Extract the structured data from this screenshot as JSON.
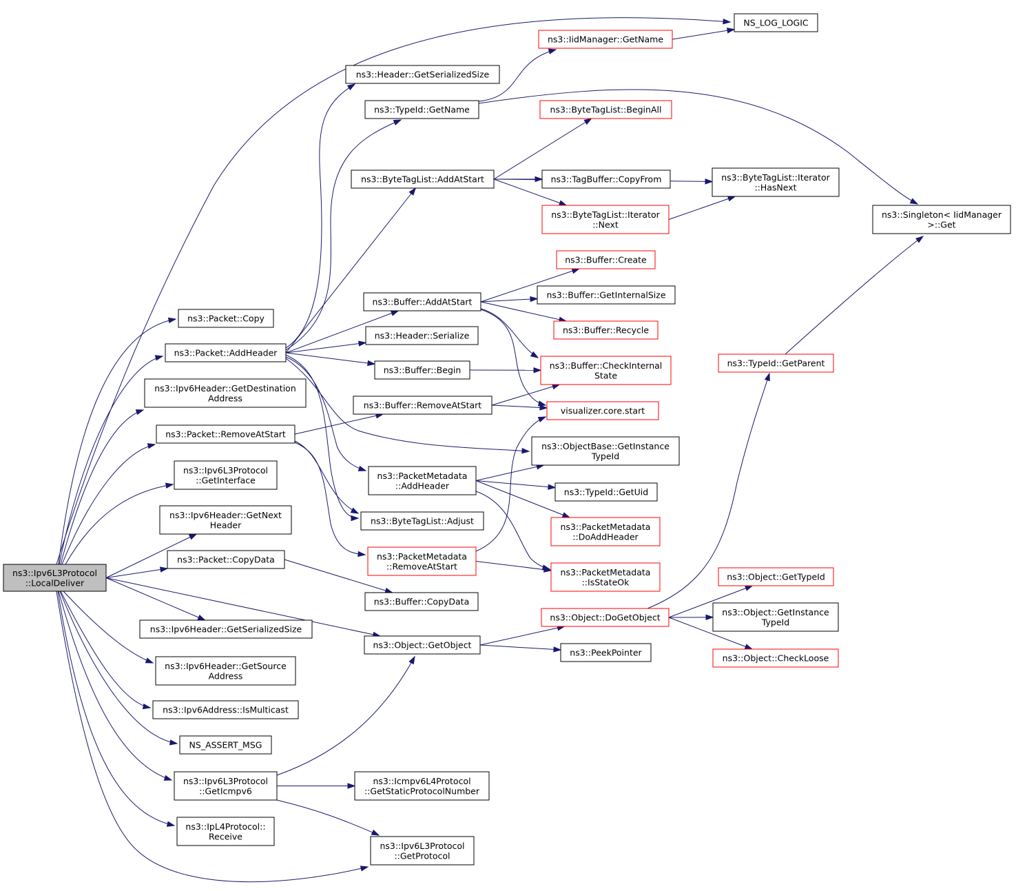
{
  "colors": {
    "edge": "#191970",
    "root_fill": "#bfbfbf",
    "node_border": "#000000",
    "undocumented_border": "#ff0000",
    "text": "#000000"
  },
  "nodes": [
    {
      "id": "root",
      "lines": [
        "ns3::Ipv6L3Protocol",
        "::LocalDeliver"
      ],
      "style": "root"
    },
    {
      "id": "ns_log_logic",
      "lines": [
        "NS_LOG_LOGIC"
      ],
      "style": "normal"
    },
    {
      "id": "iid_getname",
      "lines": [
        "ns3::IidManager::GetName"
      ],
      "style": "red"
    },
    {
      "id": "hdr_getsersize",
      "lines": [
        "ns3::Header::GetSerializedSize"
      ],
      "style": "normal"
    },
    {
      "id": "typeid_getname",
      "lines": [
        "ns3::TypeId::GetName"
      ],
      "style": "normal"
    },
    {
      "id": "btl_beginall",
      "lines": [
        "ns3::ByteTagList::BeginAll"
      ],
      "style": "red"
    },
    {
      "id": "btl_addatstart",
      "lines": [
        "ns3::ByteTagList::AddAtStart"
      ],
      "style": "normal"
    },
    {
      "id": "tagbuffer_copyfrom",
      "lines": [
        "ns3::TagBuffer::CopyFrom"
      ],
      "style": "normal"
    },
    {
      "id": "btl_iter_hasnext",
      "lines": [
        "ns3::ByteTagList::Iterator",
        "::HasNext"
      ],
      "style": "normal"
    },
    {
      "id": "btl_iter_next",
      "lines": [
        "ns3::ByteTagList::Iterator",
        "::Next"
      ],
      "style": "red"
    },
    {
      "id": "singleton_get",
      "lines": [
        "ns3::Singleton< IidManager",
        ">::Get"
      ],
      "style": "normal"
    },
    {
      "id": "buffer_create",
      "lines": [
        "ns3::Buffer::Create"
      ],
      "style": "red"
    },
    {
      "id": "buffer_addatstart",
      "lines": [
        "ns3::Buffer::AddAtStart"
      ],
      "style": "normal"
    },
    {
      "id": "buffer_getinternalsize",
      "lines": [
        "ns3::Buffer::GetInternalSize"
      ],
      "style": "normal"
    },
    {
      "id": "buffer_recycle",
      "lines": [
        "ns3::Buffer::Recycle"
      ],
      "style": "red"
    },
    {
      "id": "packet_copy",
      "lines": [
        "ns3::Packet::Copy"
      ],
      "style": "normal"
    },
    {
      "id": "header_serialize",
      "lines": [
        "ns3::Header::Serialize"
      ],
      "style": "normal"
    },
    {
      "id": "packet_addheader",
      "lines": [
        "ns3::Packet::AddHeader"
      ],
      "style": "normal"
    },
    {
      "id": "buffer_begin",
      "lines": [
        "ns3::Buffer::Begin"
      ],
      "style": "normal"
    },
    {
      "id": "buffer_checkinternalstate",
      "lines": [
        "ns3::Buffer::CheckInternal",
        "State"
      ],
      "style": "red"
    },
    {
      "id": "typeid_getparent",
      "lines": [
        "ns3::TypeId::GetParent"
      ],
      "style": "red"
    },
    {
      "id": "ipv6hdr_getdest",
      "lines": [
        "ns3::Ipv6Header::GetDestination",
        "Address"
      ],
      "style": "normal"
    },
    {
      "id": "buffer_removeatstart",
      "lines": [
        "ns3::Buffer::RemoveAtStart"
      ],
      "style": "normal"
    },
    {
      "id": "visualizer_start",
      "lines": [
        "visualizer.core.start"
      ],
      "style": "red"
    },
    {
      "id": "packet_removeatstart",
      "lines": [
        "ns3::Packet::RemoveAtStart"
      ],
      "style": "normal"
    },
    {
      "id": "objectbase_getinstancetypeid",
      "lines": [
        "ns3::ObjectBase::GetInstance",
        "TypeId"
      ],
      "style": "normal"
    },
    {
      "id": "ipv6l3_getinterface",
      "lines": [
        "ns3::Ipv6L3Protocol",
        "::GetInterface"
      ],
      "style": "normal"
    },
    {
      "id": "pm_addheader",
      "lines": [
        "ns3::PacketMetadata",
        "::AddHeader"
      ],
      "style": "normal"
    },
    {
      "id": "typeid_getuid",
      "lines": [
        "ns3::TypeId::GetUid"
      ],
      "style": "normal"
    },
    {
      "id": "ipv6hdr_getnext",
      "lines": [
        "ns3::Ipv6Header::GetNext",
        "Header"
      ],
      "style": "normal"
    },
    {
      "id": "btl_adjust",
      "lines": [
        "ns3::ByteTagList::Adjust"
      ],
      "style": "normal"
    },
    {
      "id": "pm_doaddheader",
      "lines": [
        "ns3::PacketMetadata",
        "::DoAddHeader"
      ],
      "style": "red"
    },
    {
      "id": "packet_copydata",
      "lines": [
        "ns3::Packet::CopyData"
      ],
      "style": "normal"
    },
    {
      "id": "pm_removeatstart",
      "lines": [
        "ns3::PacketMetadata",
        "::RemoveAtStart"
      ],
      "style": "red"
    },
    {
      "id": "pm_isstateok",
      "lines": [
        "ns3::PacketMetadata",
        "::IsStateOk"
      ],
      "style": "red"
    },
    {
      "id": "object_gettypeid",
      "lines": [
        "ns3::Object::GetTypeId"
      ],
      "style": "red"
    },
    {
      "id": "buffer_copydata",
      "lines": [
        "ns3::Buffer::CopyData"
      ],
      "style": "normal"
    },
    {
      "id": "object_dogetobject",
      "lines": [
        "ns3::Object::DoGetObject"
      ],
      "style": "red"
    },
    {
      "id": "object_getinstancetypeid",
      "lines": [
        "ns3::Object::GetInstance",
        "TypeId"
      ],
      "style": "normal"
    },
    {
      "id": "ipv6hdr_getsersize",
      "lines": [
        "ns3::Ipv6Header::GetSerializedSize"
      ],
      "style": "normal"
    },
    {
      "id": "object_getobject",
      "lines": [
        "ns3::Object::GetObject"
      ],
      "style": "normal"
    },
    {
      "id": "peekpointer",
      "lines": [
        "ns3::PeekPointer"
      ],
      "style": "normal"
    },
    {
      "id": "object_checkloose",
      "lines": [
        "ns3::Object::CheckLoose"
      ],
      "style": "red"
    },
    {
      "id": "ipv6hdr_getsource",
      "lines": [
        "ns3::Ipv6Header::GetSource",
        "Address"
      ],
      "style": "normal"
    },
    {
      "id": "ipv6addr_ismulticast",
      "lines": [
        "ns3::Ipv6Address::IsMulticast"
      ],
      "style": "normal"
    },
    {
      "id": "ns_assert_msg",
      "lines": [
        "NS_ASSERT_MSG"
      ],
      "style": "normal"
    },
    {
      "id": "ipv6l3_geticmpv6",
      "lines": [
        "ns3::Ipv6L3Protocol",
        "::GetIcmpv6"
      ],
      "style": "normal"
    },
    {
      "id": "icmpv6_getstaticprotocolnumber",
      "lines": [
        "ns3::Icmpv6L4Protocol",
        "::GetStaticProtocolNumber"
      ],
      "style": "normal"
    },
    {
      "id": "ipl4_receive",
      "lines": [
        "ns3::IpL4Protocol::",
        "Receive"
      ],
      "style": "normal"
    },
    {
      "id": "ipv6l3_getprotocol",
      "lines": [
        "ns3::Ipv6L3Protocol",
        "::GetProtocol"
      ],
      "style": "normal"
    }
  ],
  "edges": [
    [
      "root",
      "ns_log_logic"
    ],
    [
      "root",
      "packet_copy"
    ],
    [
      "root",
      "packet_addheader"
    ],
    [
      "root",
      "ipv6hdr_getdest"
    ],
    [
      "root",
      "packet_removeatstart"
    ],
    [
      "root",
      "ipv6l3_getinterface"
    ],
    [
      "root",
      "ipv6hdr_getnext"
    ],
    [
      "root",
      "packet_copydata"
    ],
    [
      "root",
      "ipv6hdr_getsersize"
    ],
    [
      "root",
      "object_getobject"
    ],
    [
      "root",
      "ipv6hdr_getsource"
    ],
    [
      "root",
      "ipv6addr_ismulticast"
    ],
    [
      "root",
      "ns_assert_msg"
    ],
    [
      "root",
      "ipv6l3_geticmpv6"
    ],
    [
      "root",
      "ipl4_receive"
    ],
    [
      "root",
      "ipv6l3_getprotocol"
    ],
    [
      "iid_getname",
      "ns_log_logic"
    ],
    [
      "typeid_getname",
      "iid_getname"
    ],
    [
      "typeid_getname",
      "singleton_get"
    ],
    [
      "btl_addatstart",
      "btl_beginall"
    ],
    [
      "btl_addatstart",
      "tagbuffer_copyfrom"
    ],
    [
      "btl_addatstart",
      "btl_iter_hasnext"
    ],
    [
      "btl_addatstart",
      "btl_iter_next"
    ],
    [
      "btl_iter_next",
      "btl_iter_hasnext"
    ],
    [
      "buffer_addatstart",
      "buffer_create"
    ],
    [
      "buffer_addatstart",
      "buffer_getinternalsize"
    ],
    [
      "buffer_addatstart",
      "buffer_recycle"
    ],
    [
      "buffer_addatstart",
      "buffer_checkinternalstate"
    ],
    [
      "buffer_addatstart",
      "visualizer_start"
    ],
    [
      "packet_addheader",
      "hdr_getsersize"
    ],
    [
      "packet_addheader",
      "typeid_getname"
    ],
    [
      "packet_addheader",
      "btl_addatstart"
    ],
    [
      "packet_addheader",
      "buffer_addatstart"
    ],
    [
      "packet_addheader",
      "header_serialize"
    ],
    [
      "packet_addheader",
      "buffer_begin"
    ],
    [
      "packet_addheader",
      "objectbase_getinstancetypeid"
    ],
    [
      "packet_addheader",
      "pm_addheader"
    ],
    [
      "packet_addheader",
      "btl_adjust"
    ],
    [
      "buffer_begin",
      "buffer_checkinternalstate"
    ],
    [
      "buffer_removeatstart",
      "buffer_checkinternalstate"
    ],
    [
      "buffer_removeatstart",
      "visualizer_start"
    ],
    [
      "packet_removeatstart",
      "buffer_removeatstart"
    ],
    [
      "packet_removeatstart",
      "btl_adjust"
    ],
    [
      "packet_removeatstart",
      "pm_removeatstart"
    ],
    [
      "pm_addheader",
      "objectbase_getinstancetypeid"
    ],
    [
      "pm_addheader",
      "typeid_getuid"
    ],
    [
      "pm_addheader",
      "pm_doaddheader"
    ],
    [
      "pm_addheader",
      "pm_isstateok"
    ],
    [
      "pm_removeatstart",
      "visualizer_start"
    ],
    [
      "pm_removeatstart",
      "pm_isstateok"
    ],
    [
      "packet_copydata",
      "buffer_copydata"
    ],
    [
      "object_getobject",
      "object_dogetobject"
    ],
    [
      "object_getobject",
      "peekpointer"
    ],
    [
      "object_dogetobject",
      "typeid_getparent"
    ],
    [
      "object_dogetobject",
      "object_gettypeid"
    ],
    [
      "object_dogetobject",
      "object_getinstancetypeid"
    ],
    [
      "object_dogetobject",
      "object_checkloose"
    ],
    [
      "typeid_getparent",
      "singleton_get"
    ],
    [
      "ipv6l3_geticmpv6",
      "object_getobject"
    ],
    [
      "ipv6l3_geticmpv6",
      "icmpv6_getstaticprotocolnumber"
    ],
    [
      "ipv6l3_geticmpv6",
      "ipv6l3_getprotocol"
    ]
  ]
}
